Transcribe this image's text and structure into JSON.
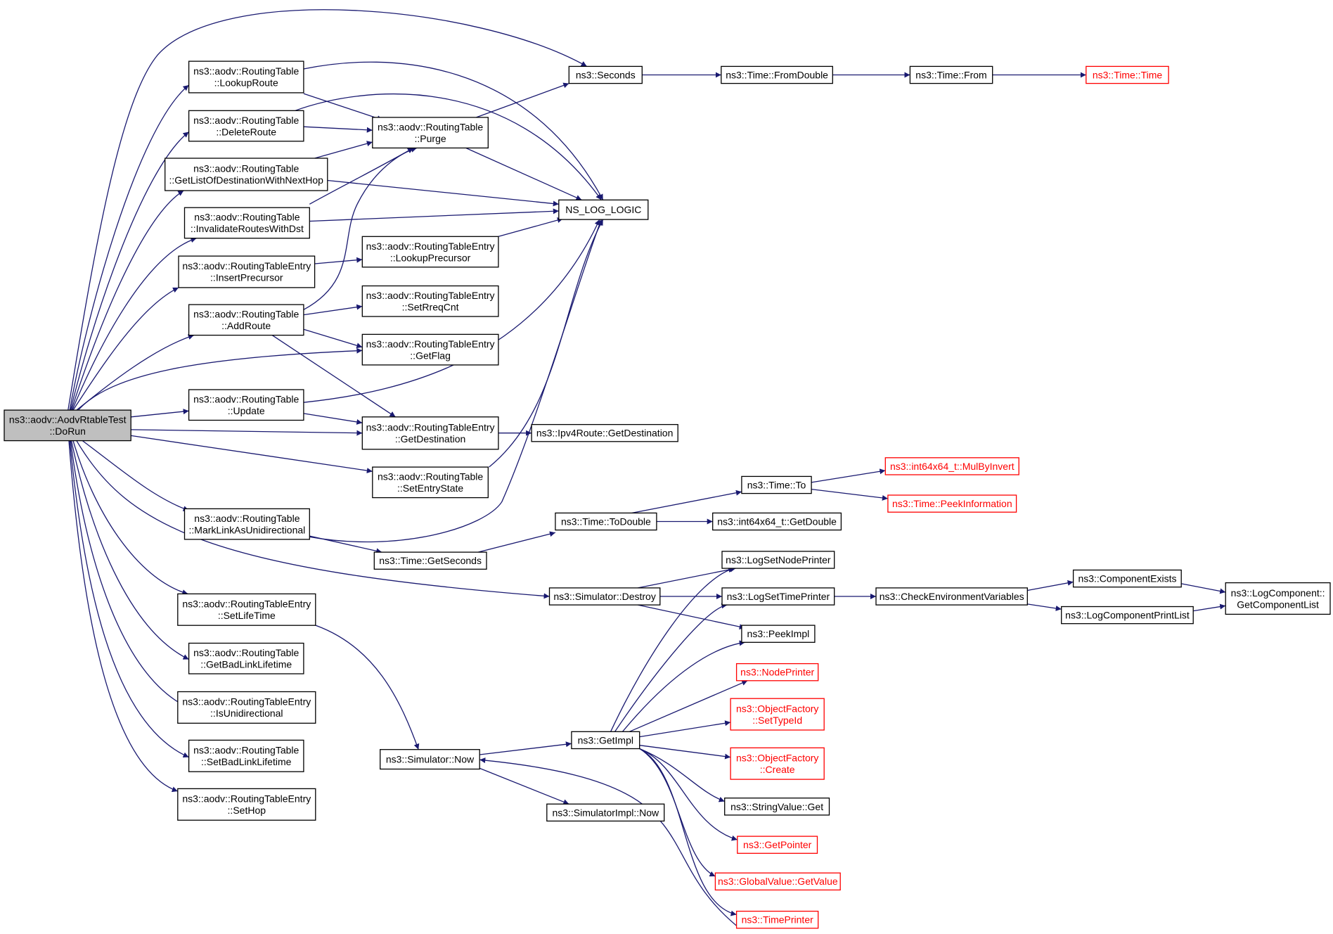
{
  "nodes": {
    "root": [
      "ns3::aodv::AodvRtableTest",
      "::DoRun"
    ],
    "lookup_route": [
      "ns3::aodv::RoutingTable",
      "::LookupRoute"
    ],
    "delete_route": [
      "ns3::aodv::RoutingTable",
      "::DeleteRoute"
    ],
    "get_list_dest": [
      "ns3::aodv::RoutingTable",
      "::GetListOfDestinationWithNextHop"
    ],
    "invalidate_routes": [
      "ns3::aodv::RoutingTable",
      "::InvalidateRoutesWithDst"
    ],
    "insert_precursor": [
      "ns3::aodv::RoutingTableEntry",
      "::InsertPrecursor"
    ],
    "add_route": [
      "ns3::aodv::RoutingTable",
      "::AddRoute"
    ],
    "update": [
      "ns3::aodv::RoutingTable",
      "::Update"
    ],
    "mark_link": [
      "ns3::aodv::RoutingTable",
      "::MarkLinkAsUnidirectional"
    ],
    "set_life_time": [
      "ns3::aodv::RoutingTableEntry",
      "::SetLifeTime"
    ],
    "get_bad_link": [
      "ns3::aodv::RoutingTable",
      "::GetBadLinkLifetime"
    ],
    "is_unidirectional": [
      "ns3::aodv::RoutingTableEntry",
      "::IsUnidirectional"
    ],
    "set_bad_link": [
      "ns3::aodv::RoutingTable",
      "::SetBadLinkLifetime"
    ],
    "set_hop": [
      "ns3::aodv::RoutingTableEntry",
      "::SetHop"
    ],
    "seconds": [
      "ns3::Seconds"
    ],
    "purge": [
      "ns3::aodv::RoutingTable",
      "::Purge"
    ],
    "ns_log_logic": [
      "NS_LOG_LOGIC"
    ],
    "lookup_precursor": [
      "ns3::aodv::RoutingTableEntry",
      "::LookupPrecursor"
    ],
    "set_rreq_cnt": [
      "ns3::aodv::RoutingTableEntry",
      "::SetRreqCnt"
    ],
    "get_flag": [
      "ns3::aodv::RoutingTableEntry",
      "::GetFlag"
    ],
    "get_destination": [
      "ns3::aodv::RoutingTableEntry",
      "::GetDestination"
    ],
    "set_entry_state": [
      "ns3::aodv::RoutingTable",
      "::SetEntryState"
    ],
    "time_get_seconds": [
      "ns3::Time::GetSeconds"
    ],
    "time_from_double": [
      "ns3::Time::FromDouble"
    ],
    "time_from": [
      "ns3::Time::From"
    ],
    "time_time": [
      "ns3::Time::Time"
    ],
    "ipv4_get_destination": [
      "ns3::Ipv4Route::GetDestination"
    ],
    "time_to_double": [
      "ns3::Time::ToDouble"
    ],
    "time_to": [
      "ns3::Time::To"
    ],
    "mul_by_invert": [
      "ns3::int64x64_t::MulByInvert"
    ],
    "peek_information": [
      "ns3::Time::PeekInformation"
    ],
    "int64_get_double": [
      "ns3::int64x64_t::GetDouble"
    ],
    "simulator_destroy": [
      "ns3::Simulator::Destroy"
    ],
    "log_set_node_printer": [
      "ns3::LogSetNodePrinter"
    ],
    "log_set_time_printer": [
      "ns3::LogSetTimePrinter"
    ],
    "peek_impl": [
      "ns3::PeekImpl"
    ],
    "check_env_vars": [
      "ns3::CheckEnvironmentVariables"
    ],
    "component_exists": [
      "ns3::ComponentExists"
    ],
    "log_component_print_list": [
      "ns3::LogComponentPrintList"
    ],
    "get_component_list": [
      "ns3::LogComponent::",
      "GetComponentList"
    ],
    "node_printer": [
      "ns3::NodePrinter"
    ],
    "set_type_id": [
      "ns3::ObjectFactory",
      "::SetTypeId"
    ],
    "object_factory_create": [
      "ns3::ObjectFactory",
      "::Create"
    ],
    "string_value_get": [
      "ns3::StringValue::Get"
    ],
    "get_pointer": [
      "ns3::GetPointer"
    ],
    "global_value_get_value": [
      "ns3::GlobalValue::GetValue"
    ],
    "time_printer": [
      "ns3::TimePrinter"
    ],
    "get_impl": [
      "ns3::GetImpl"
    ],
    "simulator_now": [
      "ns3::Simulator::Now"
    ],
    "simulator_impl_now": [
      "ns3::SimulatorImpl::Now"
    ]
  },
  "colors": {
    "edge": "#191970",
    "node_border": "#000000",
    "truncated_border": "#ff0000",
    "root_fill": "#bfbfbf"
  }
}
